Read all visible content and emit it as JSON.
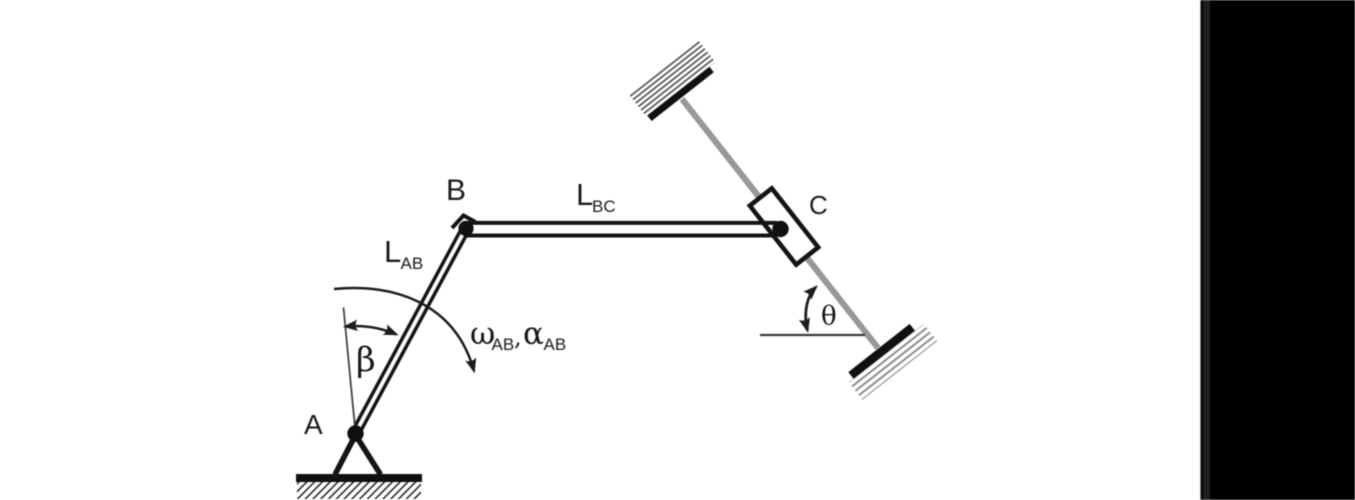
{
  "figure": {
    "kind": "mechanism-diagram",
    "description": "Crank AB pinned to ground at A, coupler BC, slider at C on an inclined fixed rail",
    "labels": {
      "joint_a": "A",
      "joint_b": "B",
      "joint_c": "C",
      "link_ab_main": "L",
      "link_ab_sub": "AB",
      "link_bc_main": "L",
      "link_bc_sub": "BC",
      "beta": "β",
      "theta": "θ",
      "omega": "ω",
      "omega_sub": "AB",
      "comma": ",",
      "alpha": "α",
      "alpha_sub": "AB"
    },
    "colors": {
      "background": "#ffffff",
      "ink": "#1c1c1c",
      "rail_gray": "#98989a",
      "hatch_dark": "#3c3c3c",
      "hatch_light": "#8a8a8a",
      "side_panel": "#000000",
      "side_panel_strip": "#1f1f23"
    }
  }
}
